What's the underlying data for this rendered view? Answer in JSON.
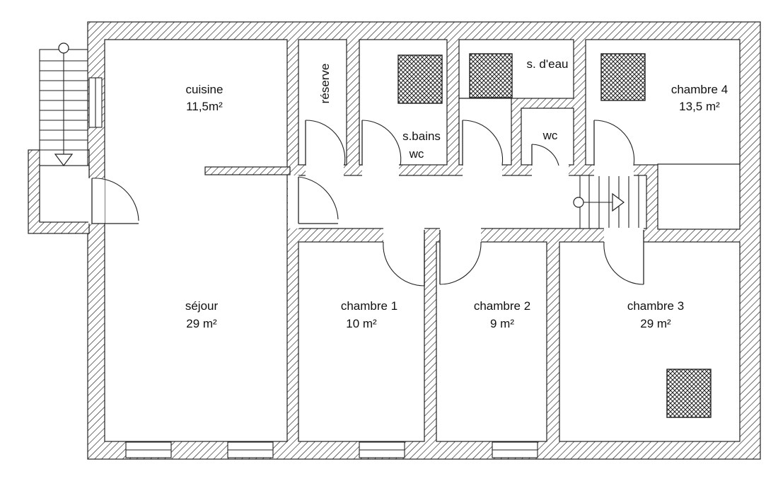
{
  "rooms": {
    "cuisine": {
      "name": "cuisine",
      "area": "11,5m²"
    },
    "reserve": {
      "name": "réserve"
    },
    "sbains": {
      "name": "s.bains",
      "sub": "wc"
    },
    "sdeau": {
      "name": "s. d'eau"
    },
    "wc": {
      "name": "wc"
    },
    "chambre4": {
      "name": "chambre 4",
      "area": "13,5 m²"
    },
    "sejour": {
      "name": "séjour",
      "area": "29 m²"
    },
    "chambre1": {
      "name": "chambre 1",
      "area": "10 m²"
    },
    "chambre2": {
      "name": "chambre 2",
      "area": "9 m²"
    },
    "chambre3": {
      "name": "chambre 3",
      "area": "29 m²"
    }
  },
  "colors": {
    "wall_hatch": "#222222",
    "background": "#ffffff"
  }
}
